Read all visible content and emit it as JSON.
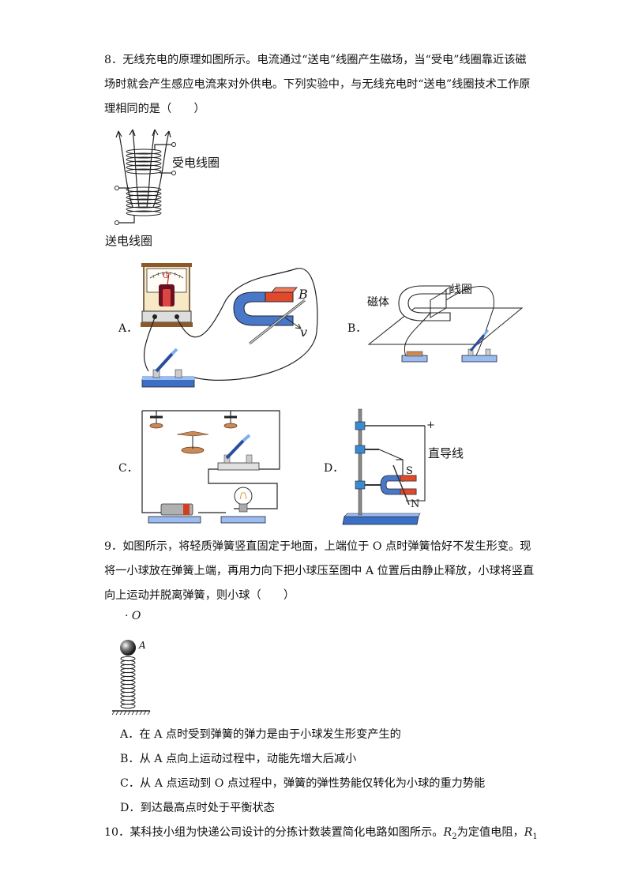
{
  "q8": {
    "lines": [
      "8．无线充电的原理如图所示。电流通过“送电”线圈产生磁场，当“受电”线圈靠近该磁",
      "场时就会产生感应电流来对外供电。下列实验中，与无线充电时“送电”线圈技术工作原",
      "理相同的是（　　）"
    ],
    "fig_labels": {
      "receive_coil": "受电线圈",
      "send_coil": "送电线圈"
    },
    "option_letters": [
      "A．",
      "B．",
      "C．",
      "D．"
    ],
    "a_labels": {
      "galvanometer": "G",
      "field": "B",
      "velocity": "v"
    },
    "b_labels": {
      "magnet": "磁体",
      "coil": "线圈"
    },
    "d_labels": {
      "plus": "+",
      "minus": "−",
      "wire": "直导线",
      "south": "S",
      "north": "N"
    }
  },
  "q9": {
    "lines": [
      "9．如图所示，将轻质弹簧竖直固定于地面，上端位于 O 点时弹簧恰好不发生形变。现",
      "将一小球放在弹簧上端，再用力向下把小球压至图中 A 位置后由静止释放，小球将竖直",
      "向上运动并脱离弹簧，则小球（　　）"
    ],
    "point_o": "· O",
    "point_a": "A",
    "options": [
      "A．在 A 点时受到弹簧的弹力是由于小球发生形变产生的",
      "B．从 A 点向上运动过程中，动能先增大后减小",
      "C．从 A 点运动到 O 点过程中，弹簧的弹性势能仅转化为小球的重力势能",
      "D．到达最高点时处于平衡状态"
    ]
  },
  "q10": {
    "text_prefix": "10．某科技小组为快递公司设计的分拣计数装置简化电路如图所示。",
    "r2": "R",
    "r2_sub": "2",
    "text_mid": "为定值电阻，",
    "r1": "R",
    "r1_sub": "1"
  }
}
